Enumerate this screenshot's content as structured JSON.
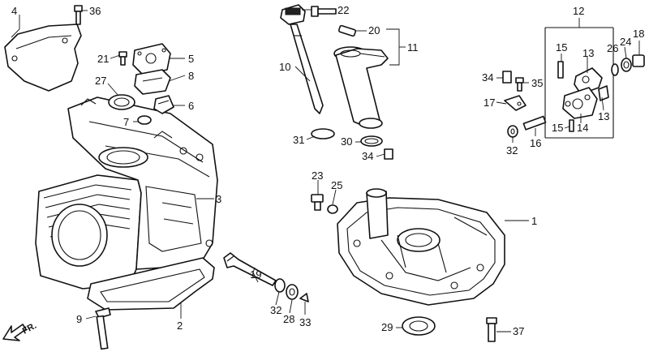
{
  "callouts": {
    "c1": "1",
    "c2": "2",
    "c3": "3",
    "c4": "4",
    "c5": "5",
    "c6": "6",
    "c7": "7",
    "c8": "8",
    "c9": "9",
    "c10": "10",
    "c11": "11",
    "c12": "12",
    "c13a": "13",
    "c13b": "13",
    "c14": "14",
    "c15a": "15",
    "c15b": "15",
    "c16": "16",
    "c17": "17",
    "c18": "18",
    "c19": "19",
    "c20": "20",
    "c21": "21",
    "c22": "22",
    "c23": "23",
    "c24": "24",
    "c25": "25",
    "c26": "26",
    "c27": "27",
    "c28": "28",
    "c29": "29",
    "c30": "30",
    "c31": "31",
    "c32a": "32",
    "c32b": "32",
    "c33": "33",
    "c34a": "34",
    "c34b": "34",
    "c35": "35",
    "c36": "36",
    "c37": "37"
  },
  "direction_label": "FR."
}
